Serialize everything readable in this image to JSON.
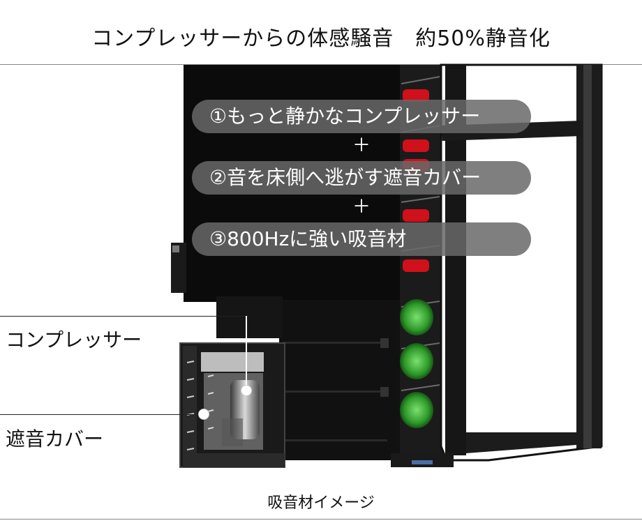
{
  "title": "コンプレッサーからの体感騒音　約50%静音化",
  "features": [
    {
      "label": "①もっと静かなコンプレッサー"
    },
    {
      "label": "②音を床側へ逃がす遮音カバー"
    },
    {
      "label": "③800Hzに強い吸音材"
    }
  ],
  "plus_sign": "＋",
  "callouts": {
    "compressor": "コンプレッサー",
    "cover": "遮音カバー"
  },
  "caption": "吸音材イメージ",
  "colors": {
    "pill": "#696969",
    "cabinet": "#0b0b0b",
    "bottle_red": "#d0101a",
    "bottle_green": "#2e9a2a"
  }
}
